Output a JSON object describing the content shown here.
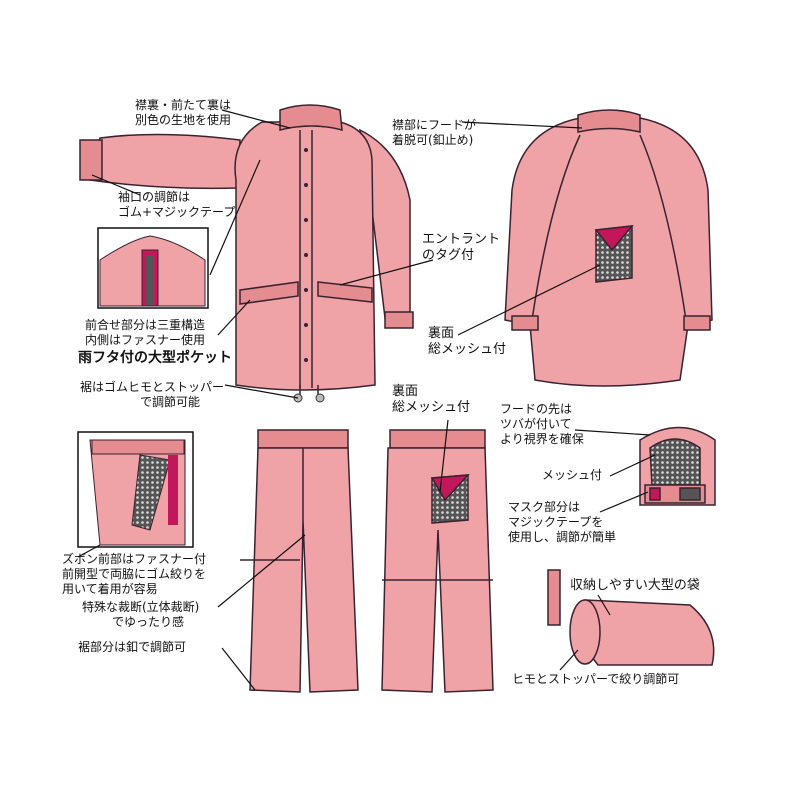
{
  "labels": {
    "collar_lining": [
      "襟裏・前たて裏は",
      "別色の生地を使用"
    ],
    "hood_detachable": [
      "襟部にフードが",
      "着脱可(釦止め)"
    ],
    "cuff_adjust": [
      "袖口の調節は",
      "ゴム+マジックテープ"
    ],
    "entrant_tag": [
      "エントラント",
      "のタグ付"
    ],
    "front_closure": [
      "前合せ部分は三重構造",
      "内側はファスナー使用"
    ],
    "back_mesh_jacket": [
      "裏面",
      "総メッシュ付"
    ],
    "big_pocket": "雨フタ付の大型ポケット",
    "hem_adjust": [
      "裾はゴムヒモとストッパー",
      "で調節可能"
    ],
    "back_mesh_pants": [
      "裏面",
      "総メッシュ付"
    ],
    "hood_visor": [
      "フードの先は",
      "ツバが付いて",
      "より視界を確保"
    ],
    "mesh_attached": "メッシュ付",
    "mask_part": [
      "マスク部分は",
      "マジックテープを",
      "使用し、調節が簡単"
    ],
    "pants_front": [
      "ズボン前部はファスナー付",
      "前開型で両脇にゴム絞りを",
      "用いて着用が容易"
    ],
    "special_cut": [
      "特殊な裁断(立体裁断)",
      "でゆったり感"
    ],
    "pants_hem": "裾部分は釦で調節可",
    "storage_bag": "収納しやすい大型の袋",
    "cord_stopper": "ヒモとストッパーで絞り調節可"
  },
  "colors": {
    "fabric": "#f0a3a6",
    "fabric_dark": "#e48c90",
    "outline": "#3a2230",
    "accent": "#c2185b",
    "mesh": "#777777"
  }
}
